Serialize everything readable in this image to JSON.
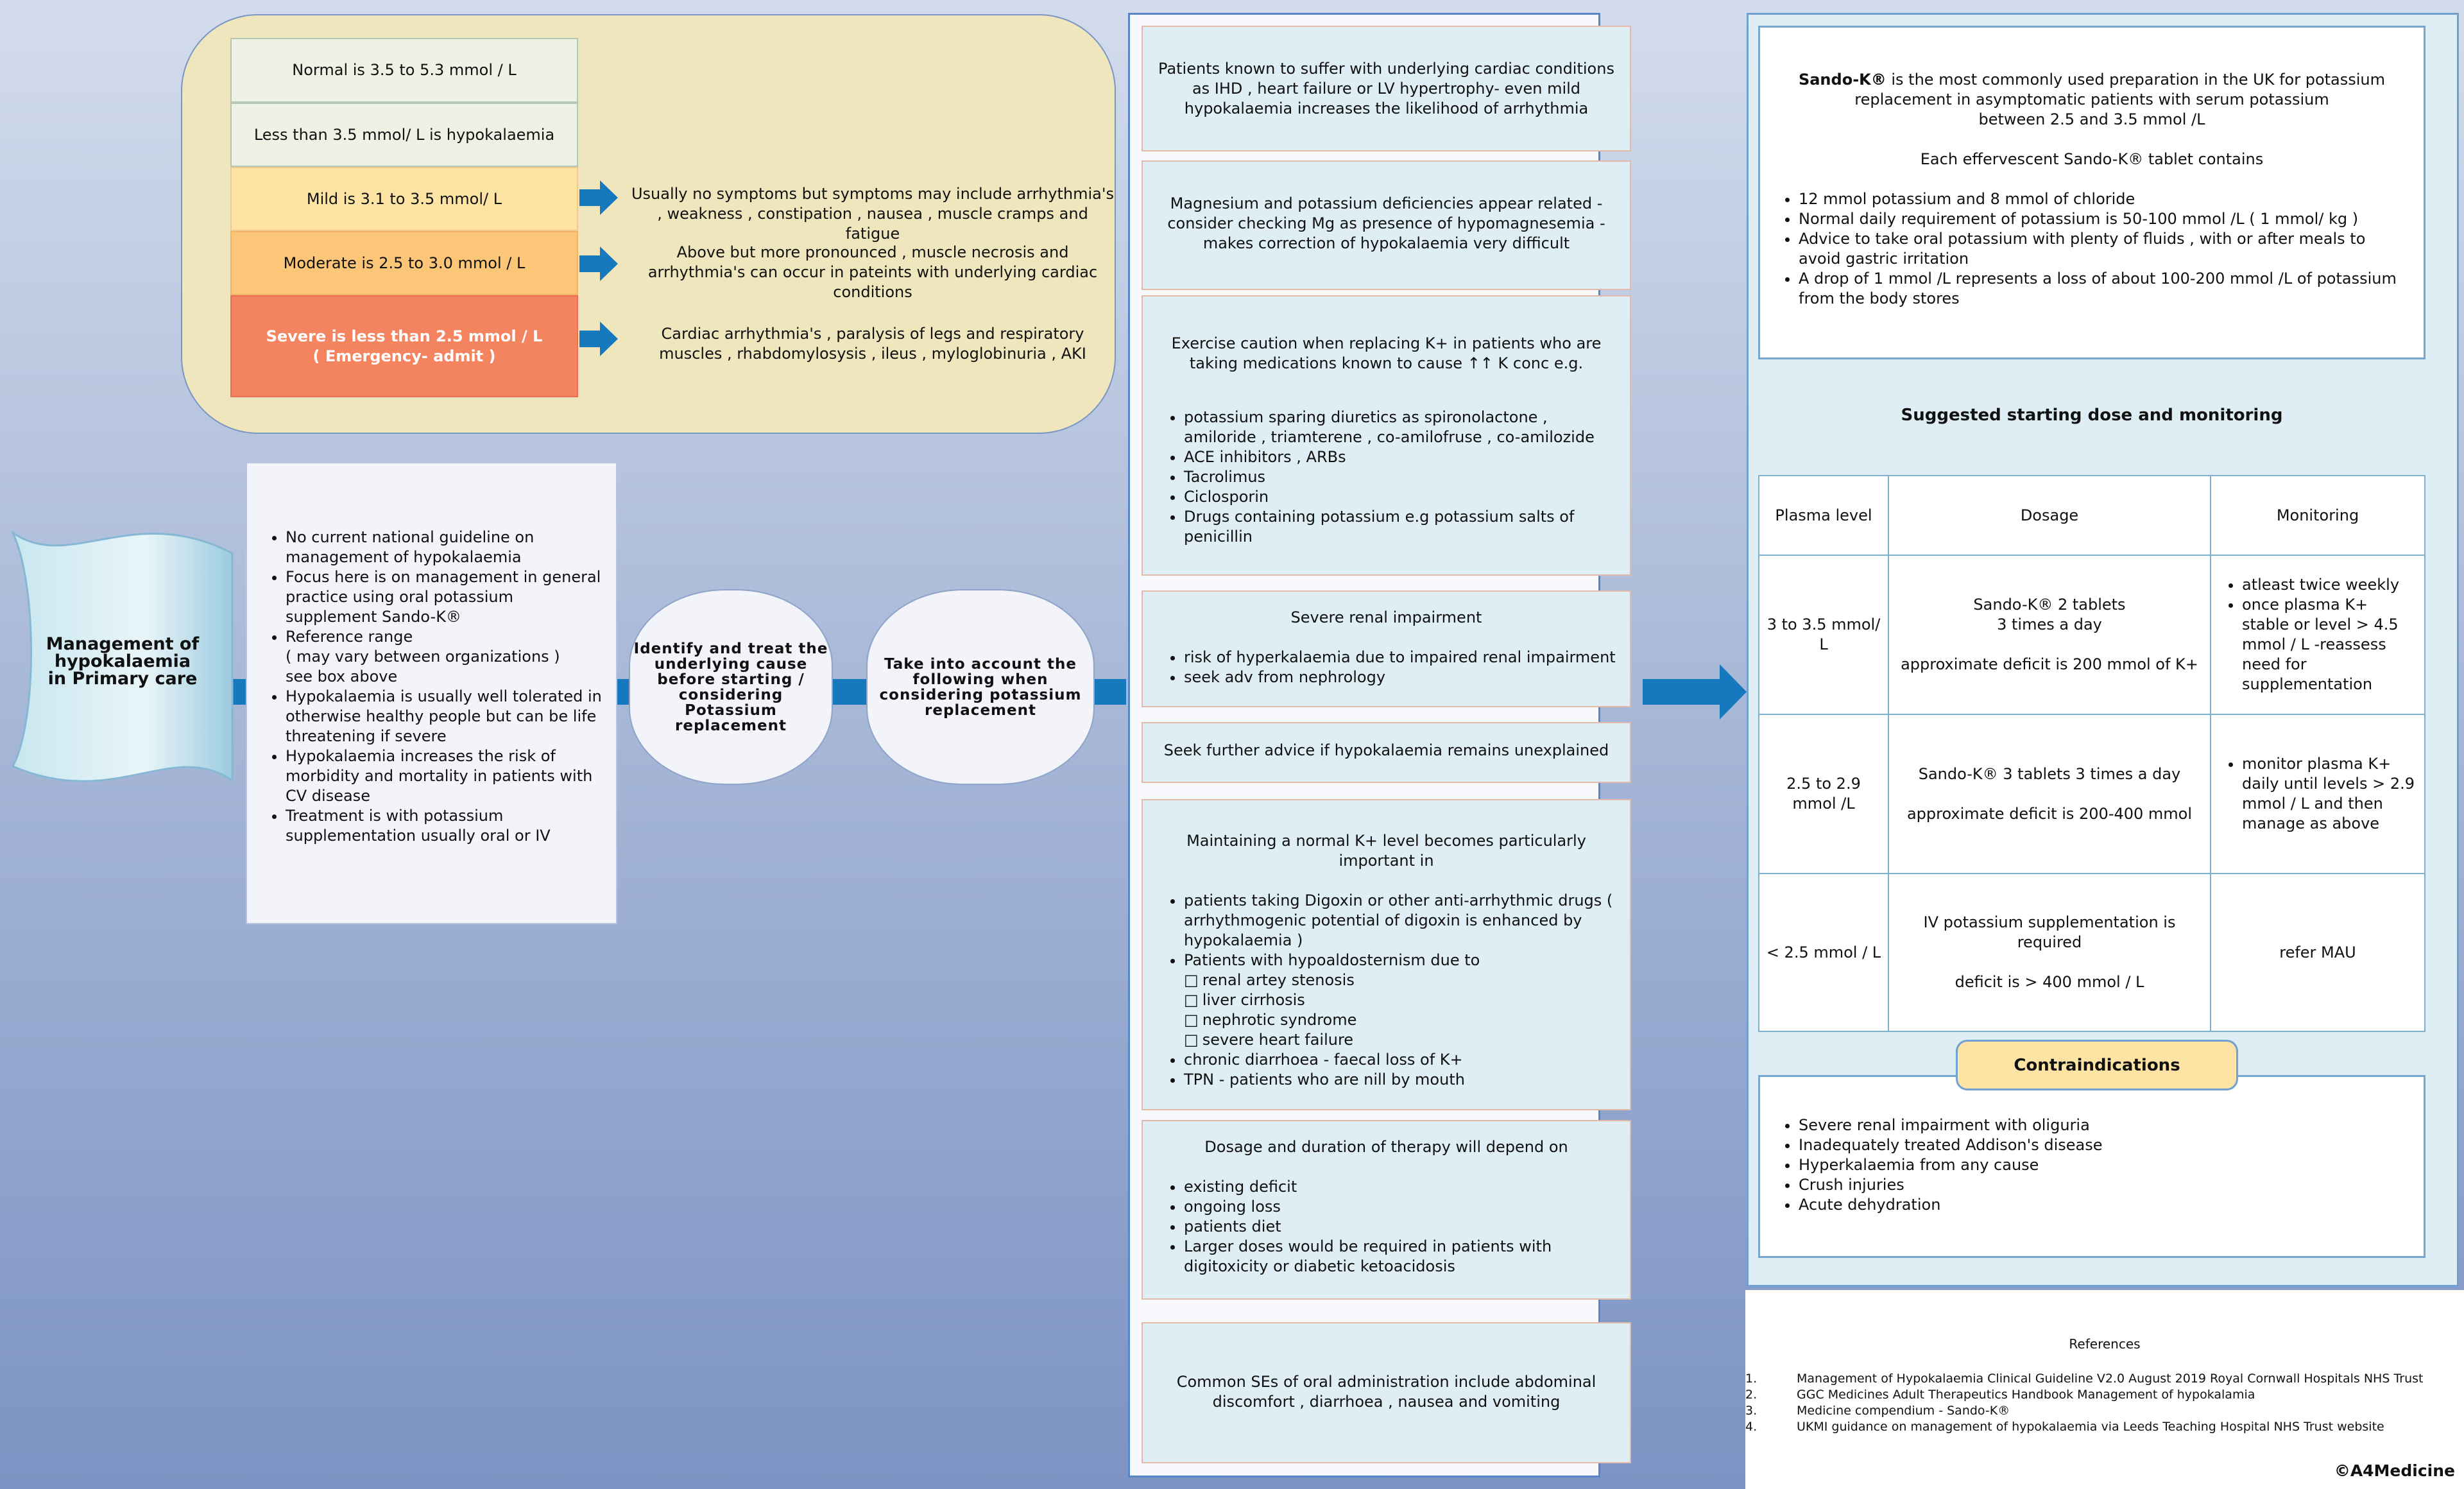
{
  "severity_panel": {
    "rows": [
      {
        "label": "Normal is 3.5 to 5.3 mmol / L",
        "color": "#edf2e4"
      },
      {
        "label": "Less than 3.5 mmol/ L  is hypokalaemia",
        "color": "#edf2e4"
      },
      {
        "label": "Mild is 3.1 to 3.5 mmol/ L",
        "color": "#fde3a4",
        "desc": "Usually no symptoms but symptoms may include arrhythmia's , weakness , constipation , nausea , muscle cramps and fatigue"
      },
      {
        "label": "Moderate is 2.5 to 3.0 mmol / L",
        "color": "#fcc678",
        "desc": "Above  but more pronounced , muscle necrosis and arrhythmia's can occur in pateints with underlying cardiac conditions"
      },
      {
        "label_line1": "Severe is less than 2.5 mmol / L",
        "label_line2": "( Emergency- admit )",
        "color": "#f4845f",
        "desc": "Cardiac arrhythmia's ,  paralysis of legs and respiratory muscles , rhabdomylosysis , ileus , myloglobinuria , AKI"
      }
    ]
  },
  "banner": {
    "line1": "Management of",
    "line2": "hypokalaemia",
    "line3": "in  Primary care"
  },
  "info_box": {
    "items": [
      "No current national guideline on management of hypokalaemia",
      "Focus here is on management in general practice using oral potassium supplement Sando-K®",
      "Reference range",
      "( may vary between organizations )",
      "see box above",
      "Hypokalaemia is usually well tolerated in otherwise healthy people but can be life threatening if severe",
      "Hypokalaemia increases the risk of morbidity and mortality in patients with CV disease",
      "Treatment is with potassium supplementation usually oral or IV"
    ]
  },
  "ovals": {
    "identify": "Identify and treat the underlying cause before starting / considering Potassium replacement",
    "account": "Take into account the following when considering potassium replacement"
  },
  "middle": {
    "cardiac": "Patients known to suffer with underlying cardiac conditions as IHD , heart failure or LV hypertrophy- even mild hypokalaemia increases the likelihood of arrhythmia",
    "magnesium": "Magnesium and potassium deficiencies appear related - consider checking Mg as presence of hypomagnesemia - makes correction of hypokalaemia very difficult",
    "caution_intro": "Exercise caution when replacing K+ in patients who are taking medications known to cause ↑↑ K conc e.g.",
    "caution_items": [
      "potassium sparing diuretics as spironolactone , amiloride , triamterene , co-amilofruse , co-amilozide",
      "ACE inhibitors , ARBs",
      "Tacrolimus",
      "Ciclosporin",
      "Drugs containing potassium e.g potassium salts of penicillin"
    ],
    "renal_title": "Severe renal impairment",
    "renal_items": [
      "risk of hyperkalaemia due to impaired renal impairment",
      "seek adv from nephrology"
    ],
    "seek": "Seek further advice if hypokalaemia remains unexplained",
    "maintain_intro": "Maintaining a normal K+ level becomes particularly important in",
    "maintain_items_a": [
      "patients taking Digoxin or other anti-arrhythmic drugs ( arrhythmogenic potential of digoxin is enhanced by hypokalaemia )",
      "Patients with hypoaldosternism due to"
    ],
    "maintain_sub": [
      "renal artey stenosis",
      "liver cirrhosis",
      "nephrotic syndrome",
      "severe heart failure"
    ],
    "maintain_items_b": [
      "chronic diarrhoea - faecal loss of K+",
      "TPN - patients who are nill by mouth"
    ],
    "dosage_intro": "Dosage and duration of therapy will depend on",
    "dosage_items": [
      "existing deficit",
      "ongoing loss",
      "patients diet",
      "Larger doses would be required in patients with digitoxicity or diabetic ketoacidosis"
    ],
    "side_effects": "Common SEs of oral administration include abdominal discomfort , diarrhoea , nausea and vomiting"
  },
  "right": {
    "sando_bold": "Sando-K®",
    "sando_rest": " is the most commonly used preparation in the UK for potassium replacement in asymptomatic patients with serum potassium",
    "sando_line3": "between 2.5 and 3.5 mmol /L",
    "sando_each": "Each effervescent Sando-K® tablet contains",
    "sando_items": [
      "12 mmol potassium and 8 mmol of chloride",
      "Normal daily requirement of potassium is 50-100 mmol /L ( 1 mmol/ kg )",
      "Advice to take oral potassium with plenty of fluids , with or after meals to avoid gastric irritation",
      "A drop of 1 mmol /L represents a loss of about 100-200 mmol /L of potassium from the body stores"
    ],
    "dose_title": "Suggested starting dose  and monitoring",
    "table": {
      "headers": [
        "Plasma level",
        "Dosage",
        "Monitoring"
      ],
      "r1_level": "3 to 3.5 mmol/ L",
      "r1_dose_a": "Sando-K® 2 tablets",
      "r1_dose_b": "3 times a day",
      "r1_dose_c": "approximate deficit is 200 mmol of K+",
      "r1_mon": [
        "atleast twice weekly",
        "once plasma K+ stable or level > 4.5 mmol / L -reassess need for supplementation"
      ],
      "r2_level": "2.5 to 2.9 mmol /L",
      "r2_dose_a": "Sando-K® 3 tablets 3 times a day",
      "r2_dose_b": "approximate deficit is 200-400  mmol",
      "r2_mon": [
        "monitor plasma K+ daily until levels > 2.9 mmol / L and then manage as above"
      ],
      "r3_level": "< 2.5 mmol / L",
      "r3_dose_a": "IV potassium supplementation is required",
      "r3_dose_b": "deficit is > 400 mmol / L",
      "r3_mon": "refer MAU"
    },
    "contra_title": "Contraindications",
    "contra_items": [
      "Severe renal impairment with oliguria",
      "Inadequately treated Addison's disease",
      "Hyperkalaemia from any cause",
      "Crush injuries",
      "Acute dehydration"
    ]
  },
  "references": {
    "title": "References",
    "items": [
      {
        "n": "1.",
        "text": "Management of Hypokalaemia Clinical Guideline V2.0 August 2019 Royal Cornwall Hospitals NHS Trust"
      },
      {
        "n": "2.",
        "text": "GGC Medicines Adult Therapeutics Handbook Management of hypokalamia"
      },
      {
        "n": "3.",
        "text": "Medicine compendium - Sando-K®"
      },
      {
        "n": "4.",
        "text": "UKMI guidance on management of hypokalaemia via Leeds Teaching Hospital NHS Trust website"
      }
    ],
    "copyright": "©A4Medicine"
  },
  "colors": {
    "arrow": "#1679be",
    "accent_border": "#5a85c8"
  }
}
